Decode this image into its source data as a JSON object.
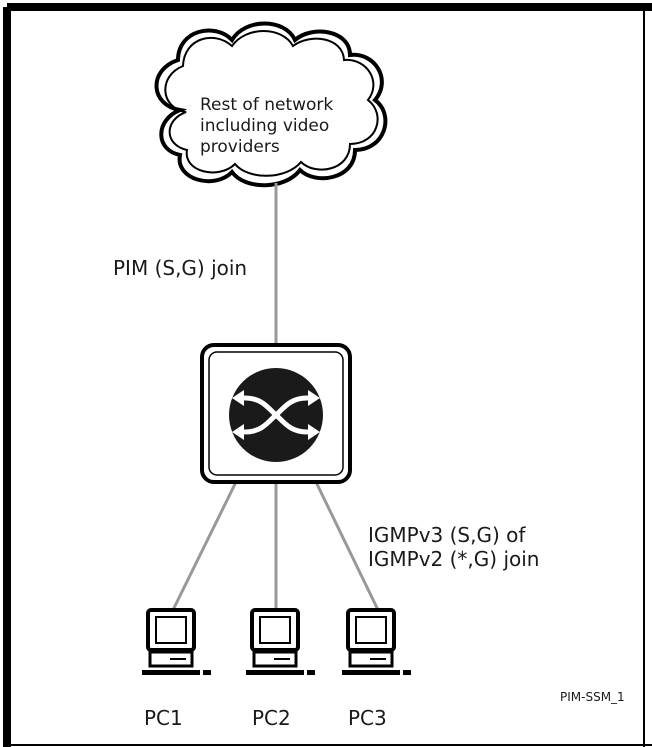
{
  "cloud": {
    "lines": [
      "Rest of network",
      "including video",
      "providers"
    ]
  },
  "upstream_label": "PIM (S,G) join",
  "downstream_label": [
    "IGMPv3 (S,G) of",
    "IGMPv2 (*,G) join"
  ],
  "pcs": [
    "PC1",
    "PC2",
    "PC3"
  ],
  "figure_id": "PIM-SSM_1",
  "colors": {
    "border": "#000000",
    "line": "#999999",
    "switch_fill": "#1a1a1a"
  },
  "icons": {
    "switch": "crossed-arrows-switch-icon",
    "pc": "desktop-computer-icon"
  }
}
